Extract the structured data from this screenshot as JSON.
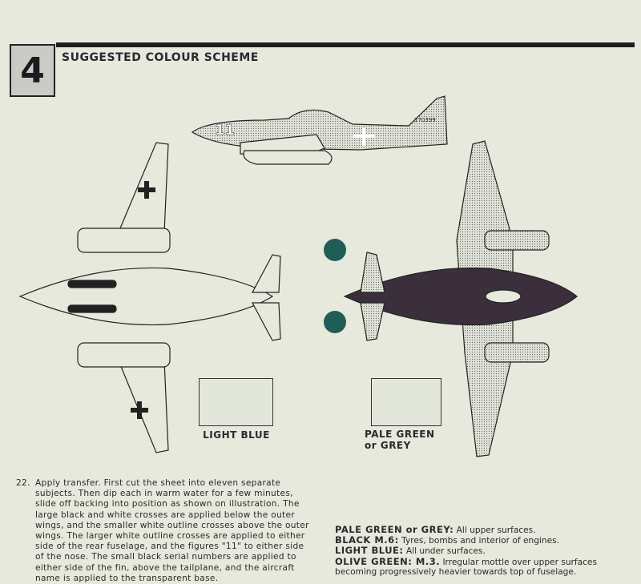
{
  "header": {
    "step_number": "4",
    "title": "SUGGESTED COLOUR SCHEME"
  },
  "side_view": {
    "serial": "170399",
    "nose_number": "11"
  },
  "swatches": [
    {
      "label": "LIGHT BLUE",
      "color": "#e3e6da"
    },
    {
      "label_line1": "PALE GREEN",
      "label_line2": "or GREY",
      "color": "#e3e6da"
    }
  ],
  "instructions": {
    "number": "22.",
    "text": "Apply transfer. First cut the sheet into eleven separate subjects. Then dip each in warm water for a few minutes, slide off backing into position as shown on illustration. The large black and white crosses are applied below the outer wings, and the smaller white outline crosses above the outer wings. The larger white outline crosses are applied to either side of the rear fuselage, and the figures \"11\" to either side of the nose. The small black serial numbers are applied to either side of the fin, above the tailplane, and the aircraft name is applied to the transparent base."
  },
  "legend": [
    {
      "name": "PALE GREEN or GREY:",
      "desc": "All upper surfaces."
    },
    {
      "name": "BLACK M.6:",
      "desc": "Tyres, bombs and interior of engines."
    },
    {
      "name": "LIGHT BLUE:",
      "desc": "All under surfaces."
    },
    {
      "name": "OLIVE GREEN: M.3.",
      "desc": "Irregular mottle over upper surfaces becoming progressively heavier towards top of fuselage."
    }
  ],
  "colors": {
    "paper": "#e6e9dc",
    "ink": "#1d1d22",
    "hole": "#1f5d57"
  }
}
